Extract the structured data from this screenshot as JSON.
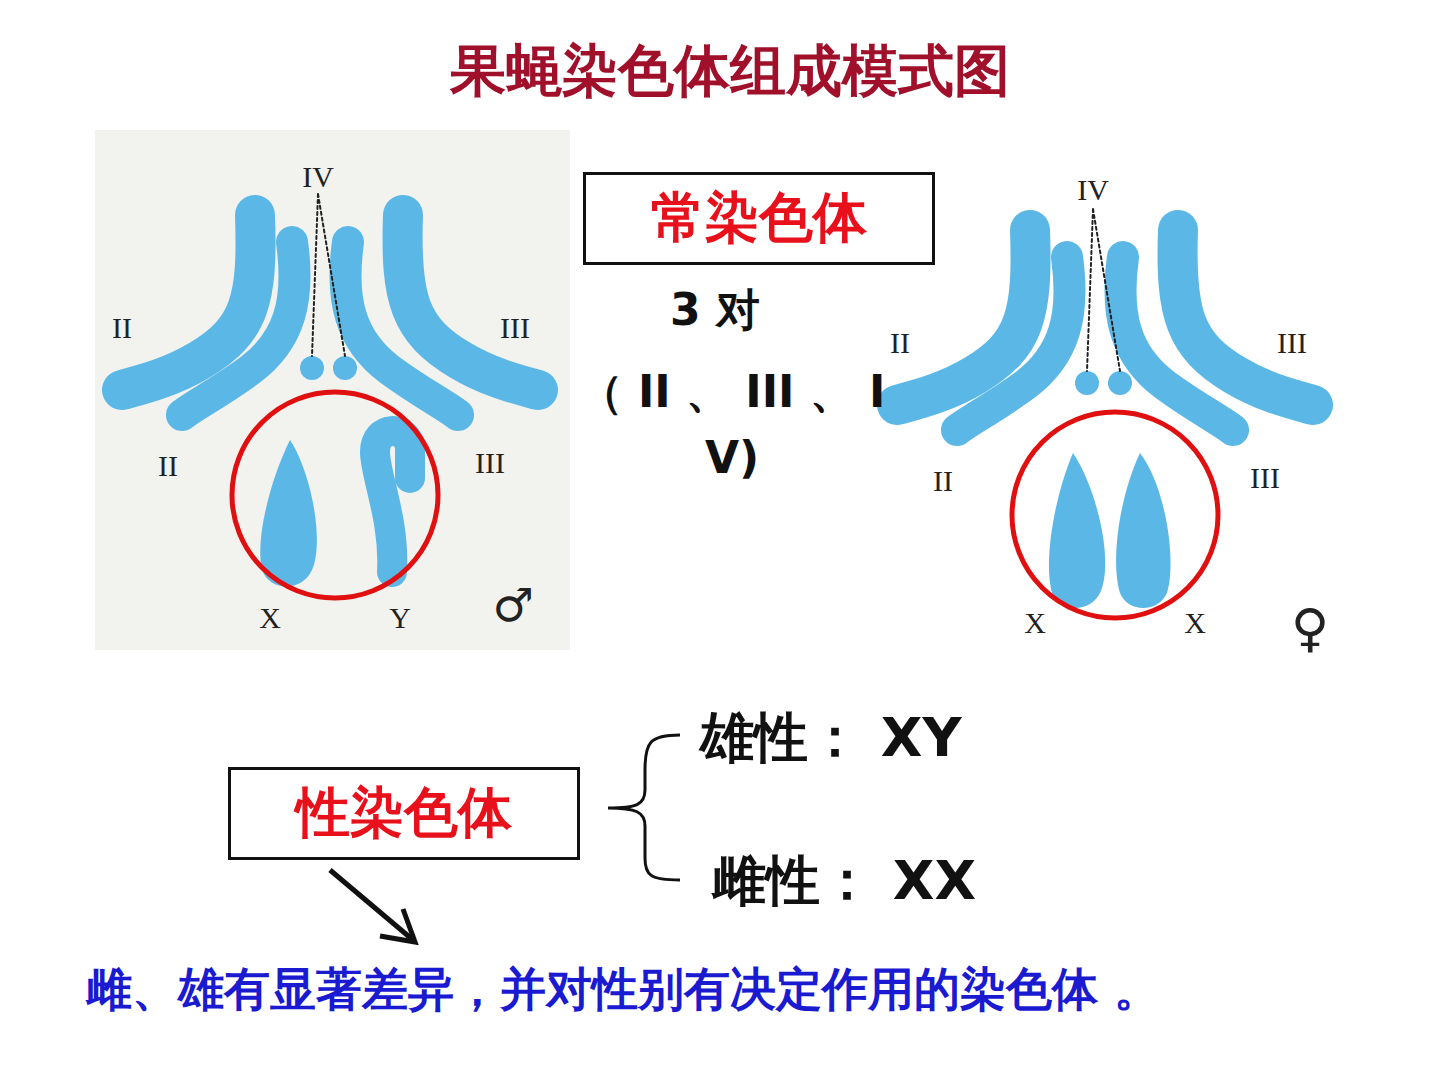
{
  "diagram": {
    "title": "果蝇染色体组成模式图",
    "nodes": [
      {
        "text": [
          "常染色体"
        ]
      },
      {
        "text": [
          "性染色体"
        ]
      }
    ],
    "labels": [
      "IV",
      "II",
      "III",
      "II",
      "III",
      "X",
      "Y",
      "♂",
      "IV",
      "II",
      "III",
      "II",
      "III",
      "X",
      "X",
      "♀",
      "3 对",
      "（ II 、 III 、 I V)",
      "雄性： XY",
      "雌性： XX",
      "雌、雄有显著差异，并对性别有决定作用的染色体 。"
    ]
  }
}
